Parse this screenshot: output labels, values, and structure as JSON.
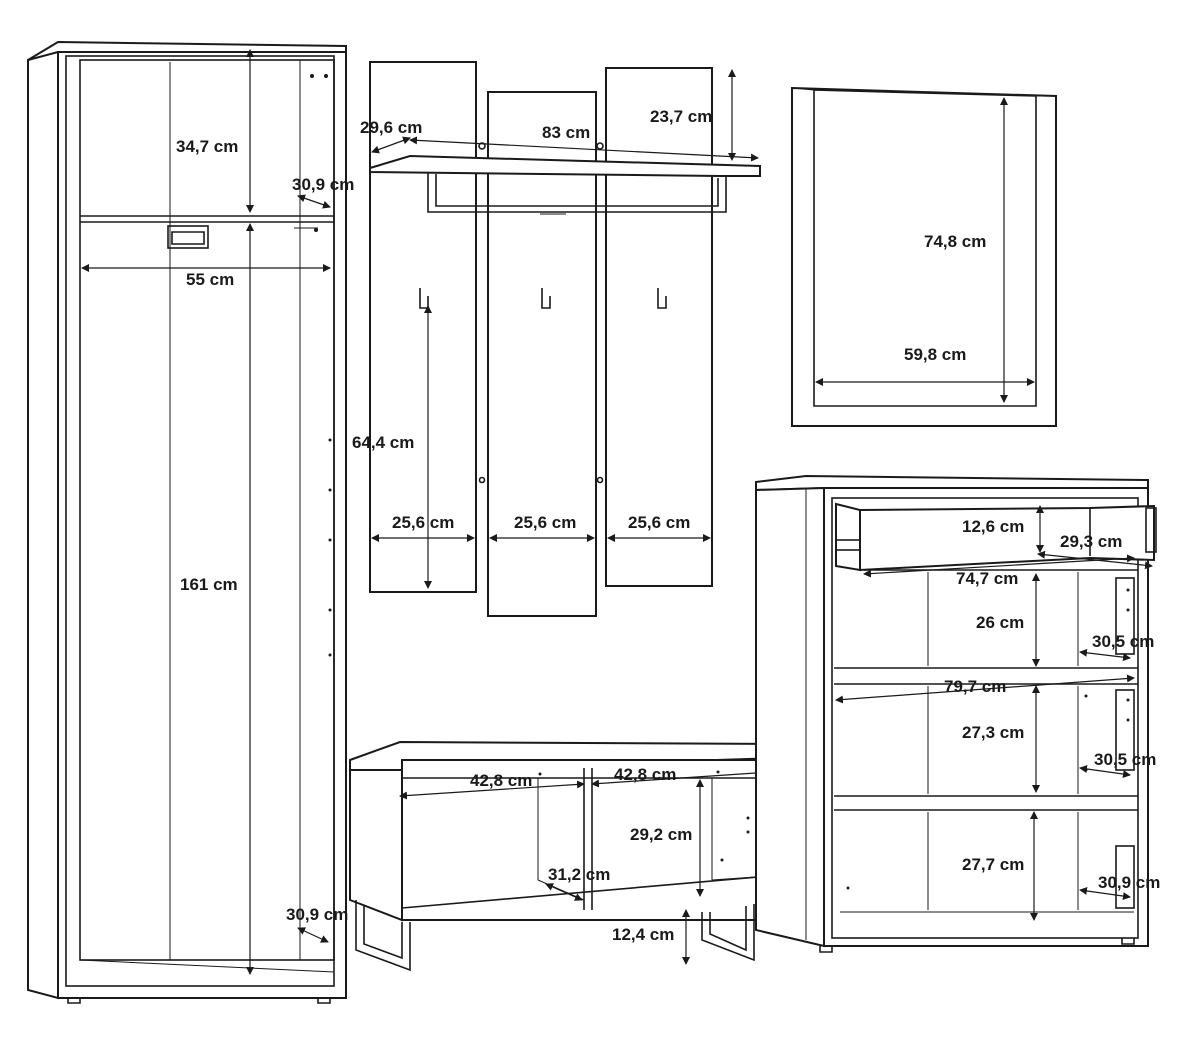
{
  "diagram": {
    "items": [
      {
        "id": "wardrobe",
        "name": "Wardrobe",
        "dimensions": [
          {
            "label": "34,7 cm"
          },
          {
            "label": "30,9 cm"
          },
          {
            "label": "55 cm"
          },
          {
            "label": "161 cm"
          },
          {
            "label": "30,9 cm"
          }
        ]
      },
      {
        "id": "coat-rack",
        "name": "Coat rack with panels",
        "dimensions": [
          {
            "label": "29,6 cm"
          },
          {
            "label": "83 cm"
          },
          {
            "label": "23,7 cm"
          },
          {
            "label": "64,4 cm"
          },
          {
            "label": "25,6 cm"
          },
          {
            "label": "25,6 cm"
          },
          {
            "label": "25,6 cm"
          }
        ]
      },
      {
        "id": "mirror",
        "name": "Mirror",
        "dimensions": [
          {
            "label": "74,8 cm"
          },
          {
            "label": "59,8 cm"
          }
        ]
      },
      {
        "id": "bench",
        "name": "Bench",
        "dimensions": [
          {
            "label": "42,8 cm"
          },
          {
            "label": "42,8 cm"
          },
          {
            "label": "29,2 cm"
          },
          {
            "label": "31,2 cm"
          },
          {
            "label": "12,4 cm"
          }
        ]
      },
      {
        "id": "shoe-cabinet",
        "name": "Shoe cabinet",
        "dimensions": [
          {
            "label": "12,6 cm"
          },
          {
            "label": "29,3 cm"
          },
          {
            "label": "74,7 cm"
          },
          {
            "label": "26 cm"
          },
          {
            "label": "30,5 cm"
          },
          {
            "label": "79,7 cm"
          },
          {
            "label": "27,3 cm"
          },
          {
            "label": "30,5 cm"
          },
          {
            "label": "27,7 cm"
          },
          {
            "label": "30,9 cm"
          }
        ]
      }
    ]
  }
}
